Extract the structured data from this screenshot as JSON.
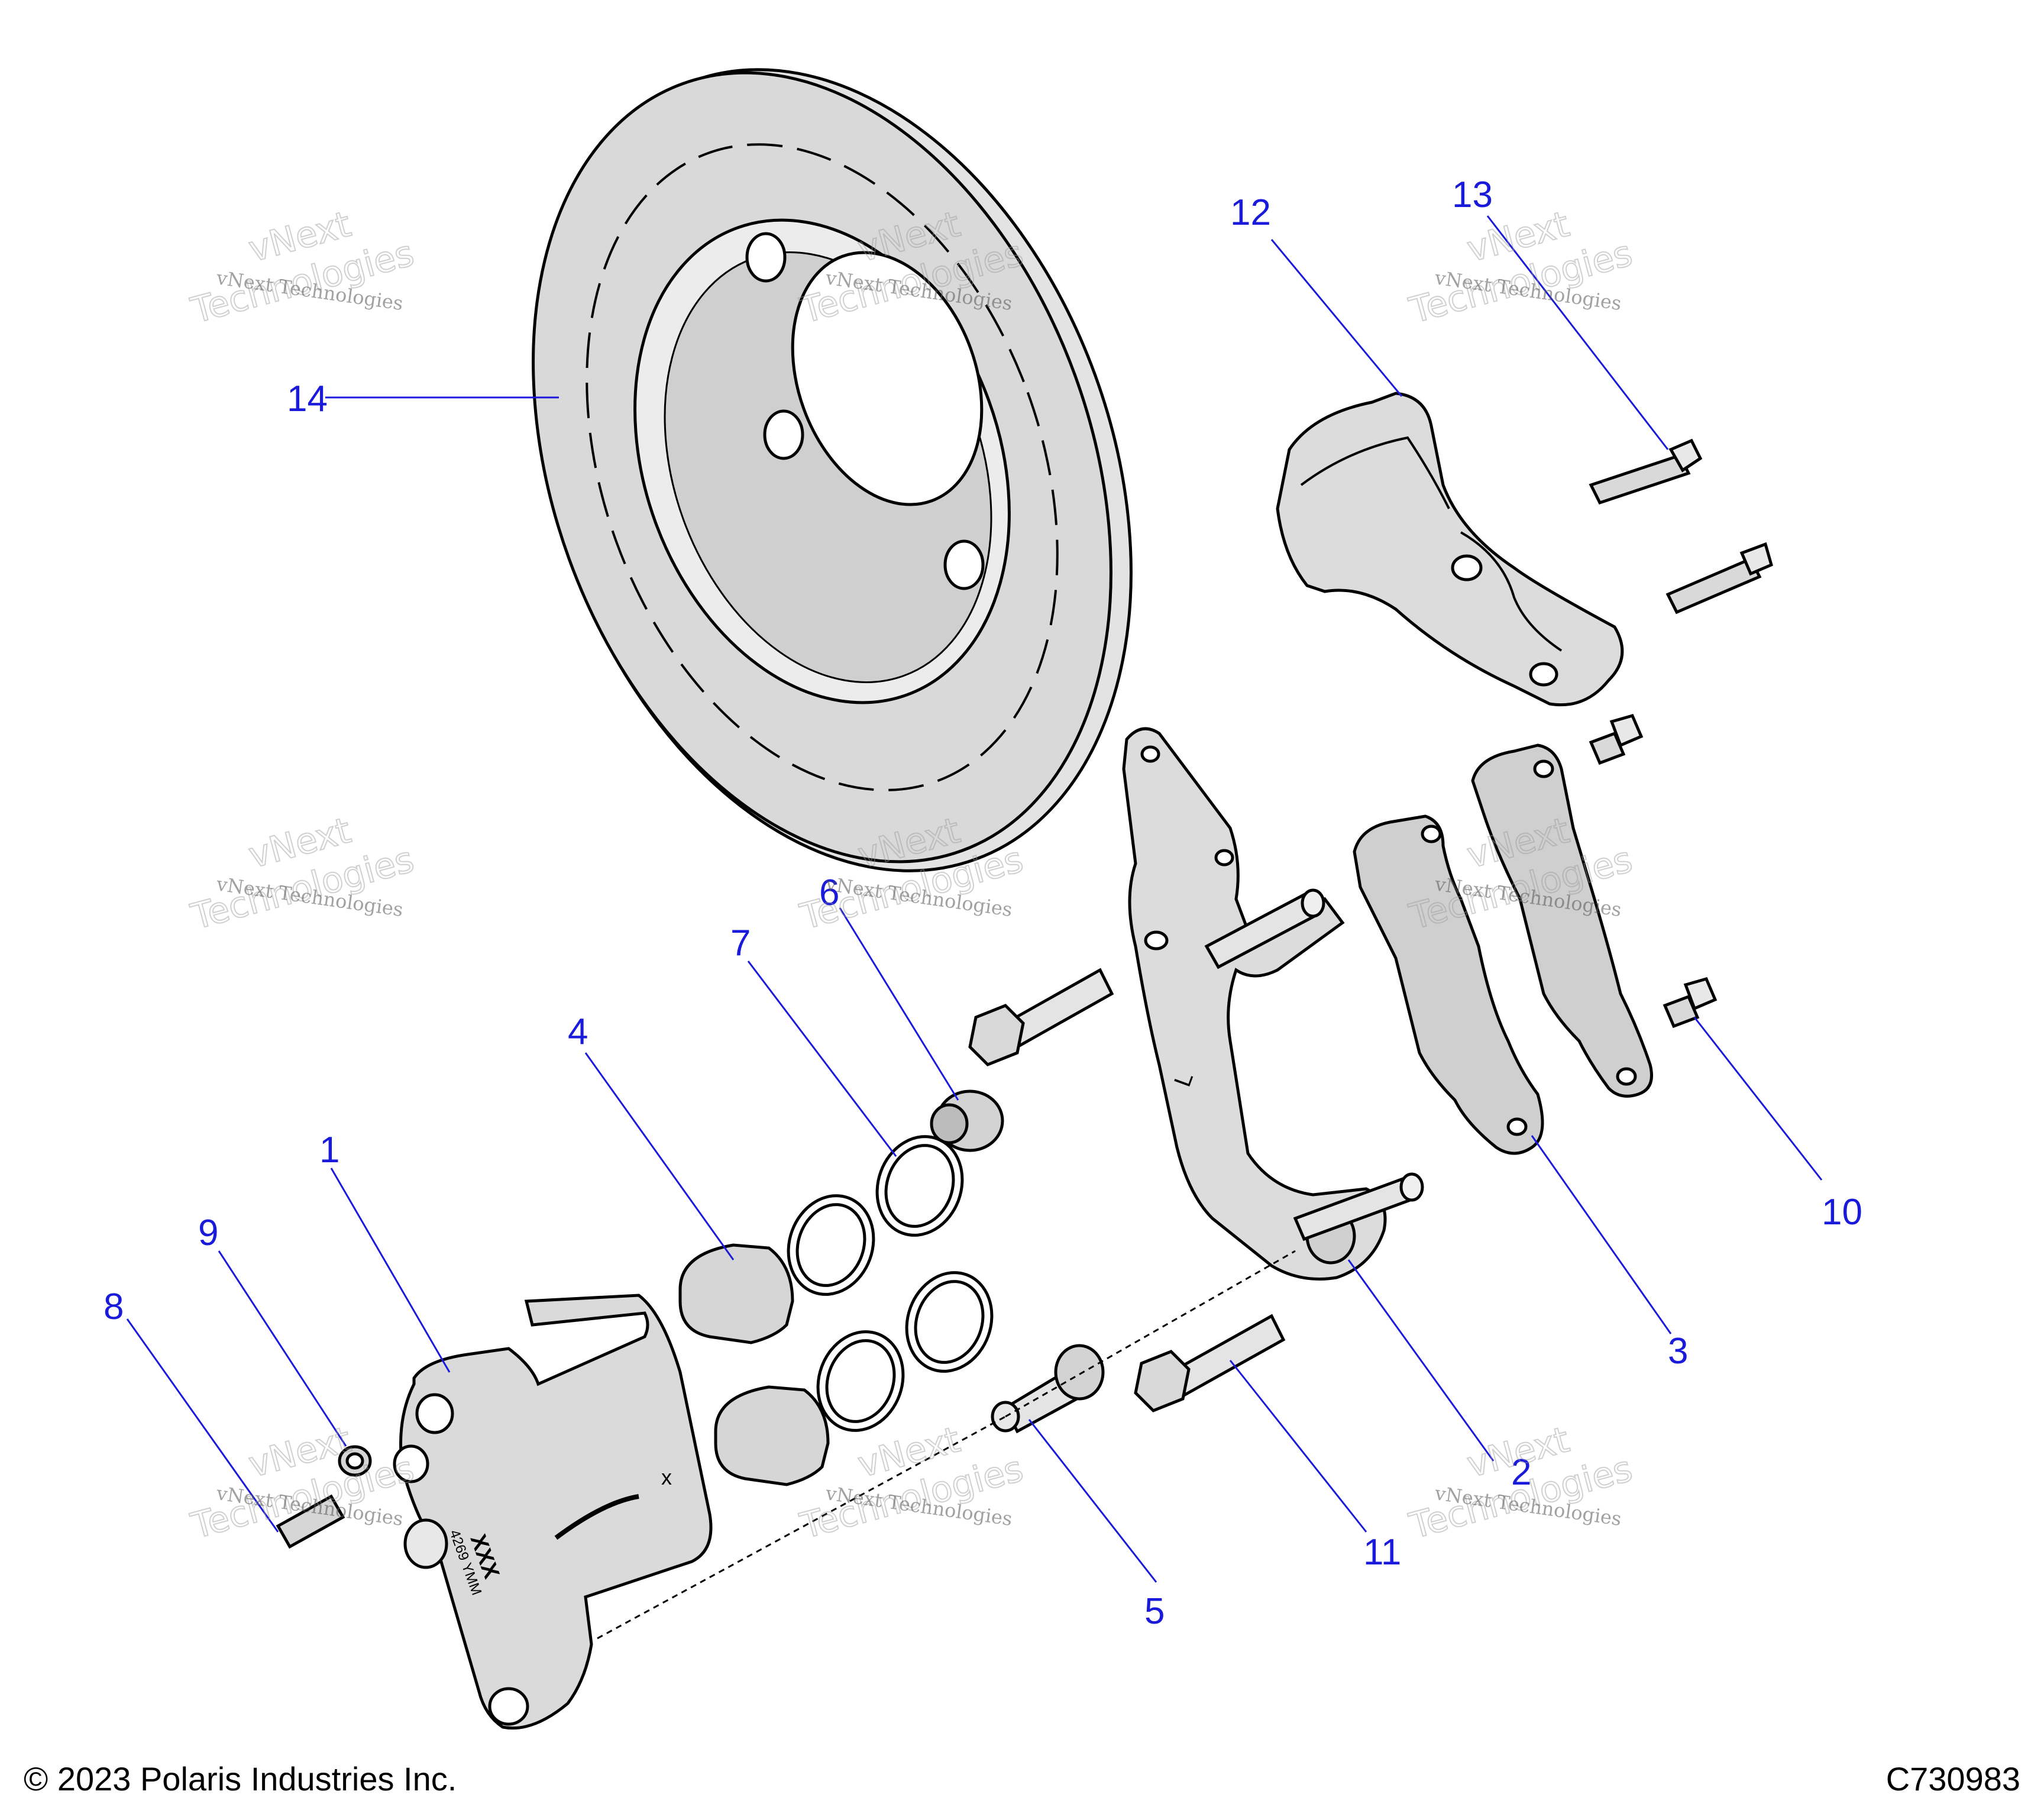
{
  "diagram": {
    "callout_color": "#1a1adb",
    "part_fill": "#d9d9d9",
    "line_color": "#000000",
    "callouts": [
      {
        "id": "part-1",
        "label": "1"
      },
      {
        "id": "part-2",
        "label": "2"
      },
      {
        "id": "part-3",
        "label": "3"
      },
      {
        "id": "part-4",
        "label": "4"
      },
      {
        "id": "part-5",
        "label": "5"
      },
      {
        "id": "part-6",
        "label": "6"
      },
      {
        "id": "part-7",
        "label": "7"
      },
      {
        "id": "part-8",
        "label": "8"
      },
      {
        "id": "part-9",
        "label": "9"
      },
      {
        "id": "part-10",
        "label": "10"
      },
      {
        "id": "part-11",
        "label": "11"
      },
      {
        "id": "part-12",
        "label": "12"
      },
      {
        "id": "part-13",
        "label": "13"
      },
      {
        "id": "part-14",
        "label": "14"
      }
    ],
    "caliper_markings": [
      "XXX",
      "4269 YMM"
    ],
    "bracket_marking": "L",
    "caliper_mark_x": "x"
  },
  "watermark": {
    "line1": "vNext Technologies",
    "line2": "vNext",
    "line3": "Technologies"
  },
  "footer": {
    "copyright": "© 2023 Polaris Industries Inc.",
    "drawing_id": "C730983"
  }
}
